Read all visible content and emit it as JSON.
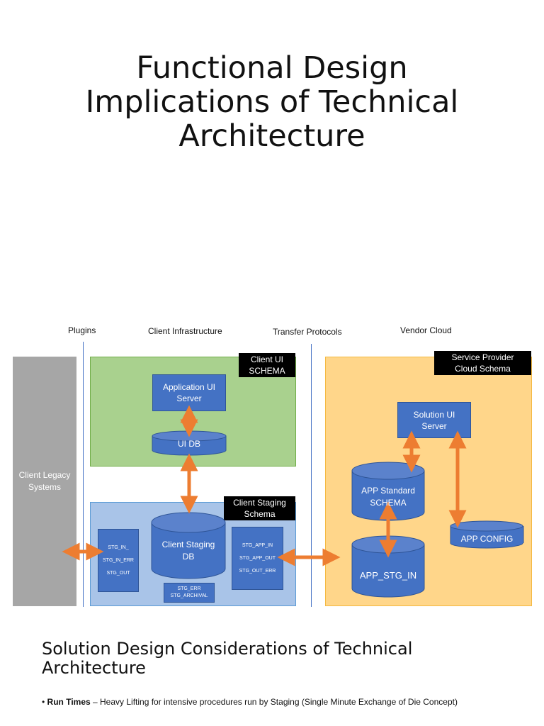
{
  "slide": {
    "title_lines": [
      "Functional Design",
      "Implications of Technical",
      "Architecture"
    ]
  },
  "diagram": {
    "headers": {
      "plugins": "Plugins",
      "client_infra": "Client Infrastructure",
      "transfer": "Transfer Protocols",
      "vendor": "Vendor Cloud"
    },
    "legacy": "Client Legacy\nSystems",
    "client_ui_tag": "Client UI\nSCHEMA",
    "app_ui_server": "Application UI\nServer",
    "ui_db": "UI DB",
    "staging_tag": "Client Staging\nSchema",
    "staging_db": "Client Staging\nDB",
    "stg_left": [
      "STG_IN_",
      "STG_IN_ERR",
      "STG_OUT"
    ],
    "stg_right": [
      "STG_APP_IN",
      "STG_APP_OUT",
      "STG_OUT_ERR"
    ],
    "stg_bottom": [
      "STG_ERR",
      "STG_ARCHIVAL"
    ],
    "sp_tag": "Service Provider\nCloud Schema",
    "solution_ui": "Solution UI\nServer",
    "app_standard": "APP Standard\nSCHEMA",
    "app_stg_in": "APP_STG_IN",
    "app_config": "APP CONFIG",
    "colors": {
      "green_panel": "#a9d18e",
      "blue_panel": "#a9c4e8",
      "orange_panel": "#ffd68a",
      "box_blue": "#4472c4",
      "arrow_orange": "#ed7d31",
      "legacy_gray": "#a6a6a6"
    }
  },
  "section": {
    "heading_lines": [
      "Solution Design Considerations of Technical",
      "Architecture"
    ],
    "bullet_marker": "•",
    "bullet_bold": "Run Times",
    "bullet_rest": " – Heavy Lifting for intensive procedures run by Staging (Single Minute Exchange of Die Concept)"
  }
}
